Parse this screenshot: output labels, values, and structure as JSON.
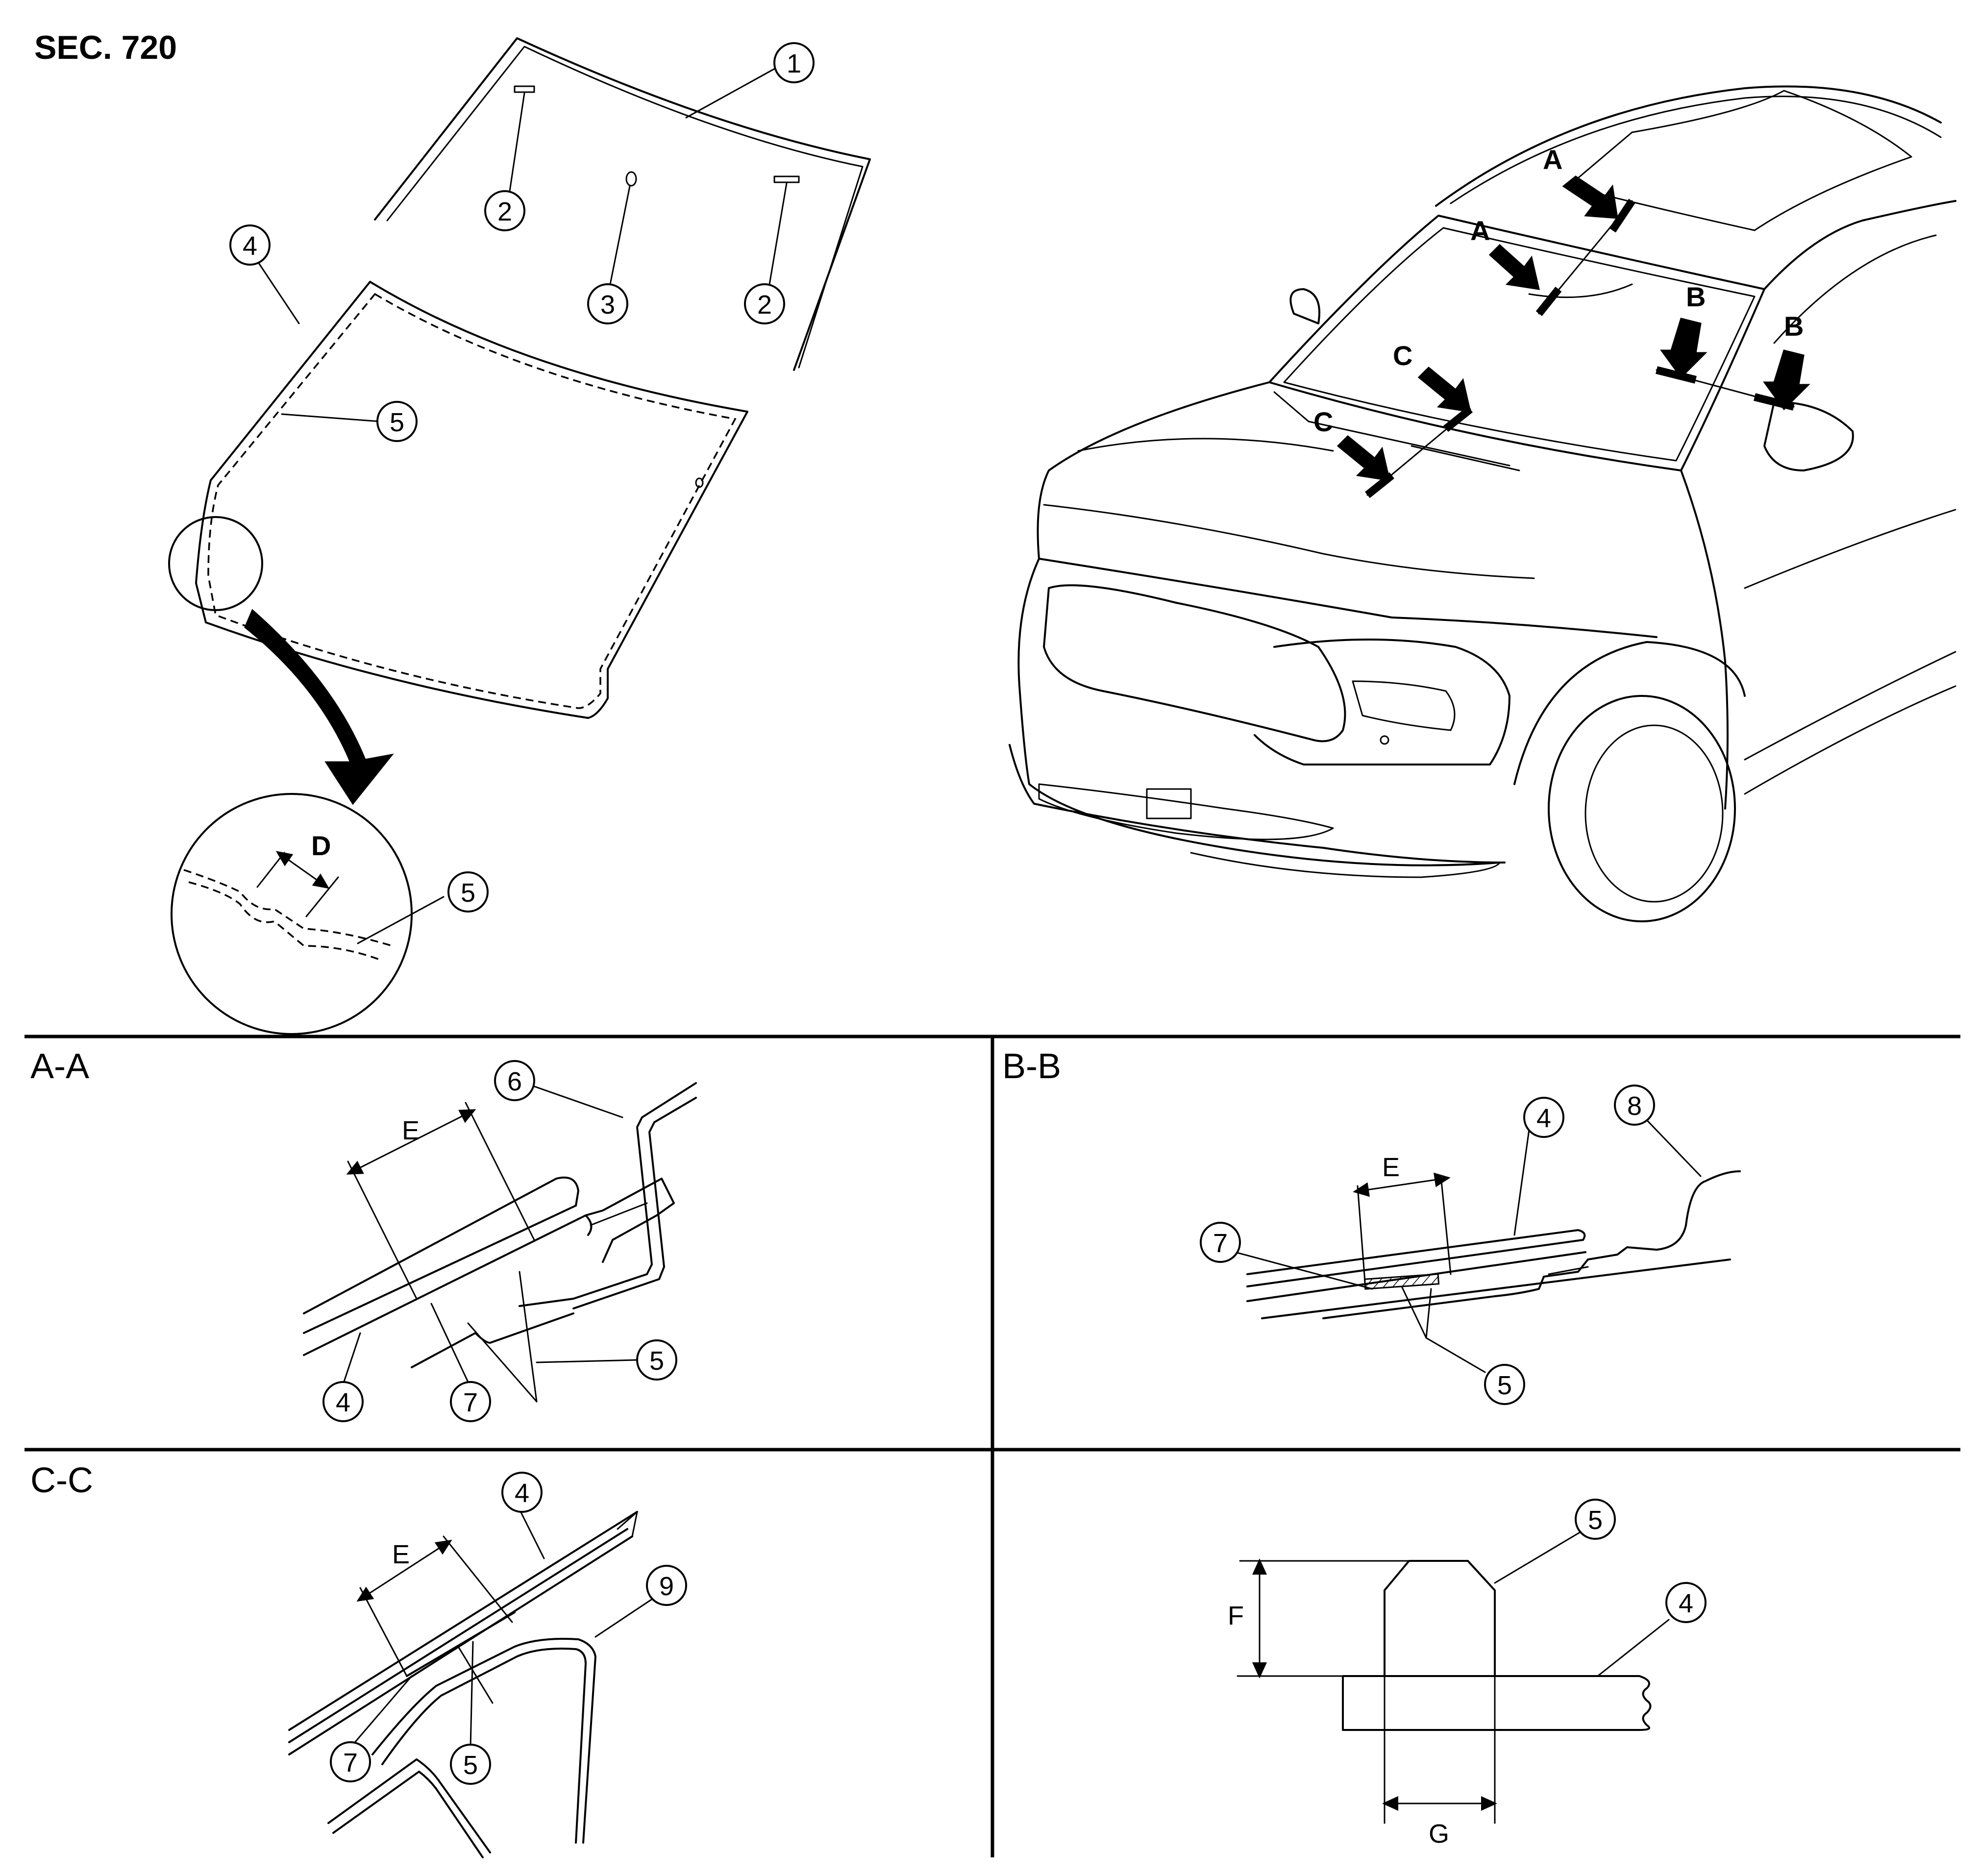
{
  "header": {
    "section_code": "SEC. 720"
  },
  "views": {
    "aa": "A-A",
    "bb": "B-B",
    "cc": "C-C"
  },
  "section_markers": {
    "a": "A",
    "b": "B",
    "c": "C"
  },
  "dimensions": {
    "d": "D",
    "e": "E",
    "f": "F",
    "g": "G"
  },
  "callouts": {
    "n1": "1",
    "n2": "2",
    "n3": "3",
    "n4": "4",
    "n5": "5",
    "n6": "6",
    "n7": "7",
    "n8": "8",
    "n9": "9"
  }
}
